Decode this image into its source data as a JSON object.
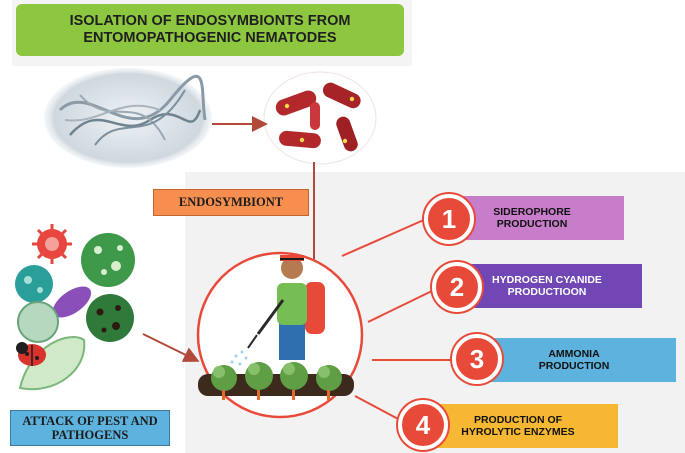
{
  "title": {
    "line1": "ISOLATION OF ENDOSYMBIONTS FROM",
    "line2": "ENTOMOPATHOGENIC NEMATODES"
  },
  "labels": {
    "endosymbiont": "ENDOSYMBIONT",
    "attack_line1": "ATTACK OF PEST AND",
    "attack_line2": "PATHOGENS"
  },
  "steps": [
    {
      "number": "1",
      "line1": "SIDEROPHORE",
      "line2": "PRODUCTION",
      "color": "#c77dc9"
    },
    {
      "number": "2",
      "line1": "HYDROGEN CYANIDE",
      "line2": "PRODUCTIOON",
      "color": "#7047b4"
    },
    {
      "number": "3",
      "line1": "AMMONIA",
      "line2": "PRODUCTION",
      "color": "#5db3dd"
    },
    {
      "number": "4",
      "line1": "PRODUCTION OF",
      "line2": "HYROLYTIC ENZYMES",
      "color": "#f6b833"
    }
  ],
  "colors": {
    "accent_red": "#e84a3a",
    "title_green": "#8dc63f",
    "bacteria_red": "#b3282b",
    "endosymbiont_orange": "#f58e4f"
  },
  "icons": [
    "nematode-micrograph-icon",
    "bacteria-icon",
    "farmer-sprayer-icon",
    "virus-icon",
    "ladybug-icon",
    "diseased-leaf-icon"
  ]
}
